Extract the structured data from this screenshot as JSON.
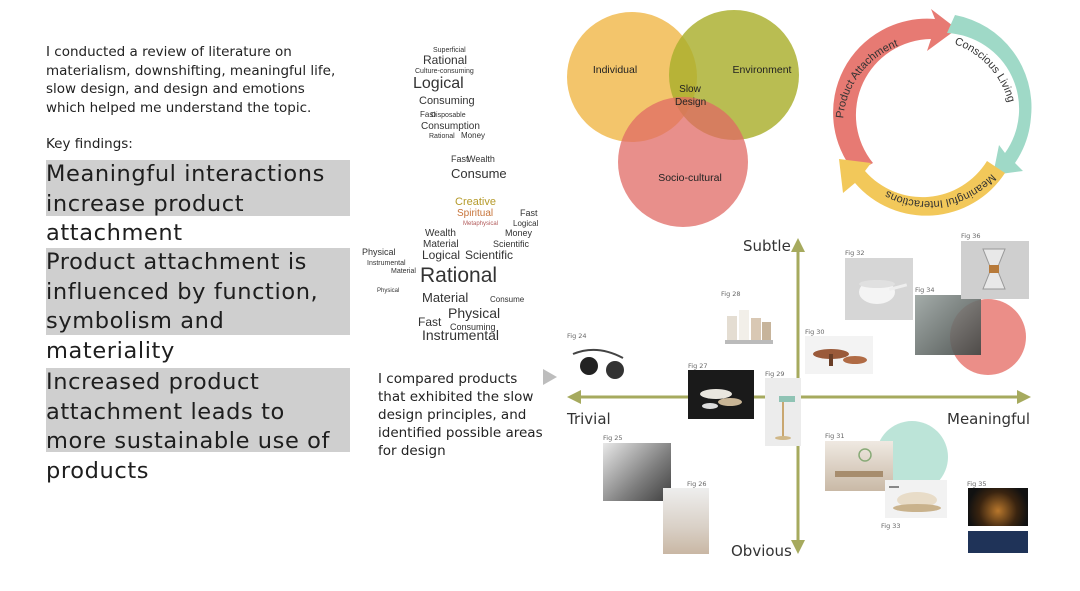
{
  "intro_text": "I conducted a review of literature on materialism, downshifting, meaningful life, slow design, and design and emotions which helped me understand the topic.",
  "key_findings_label": "Key findings:",
  "findings": [
    "Meaningful interactions increase product attachment",
    "Product attachment is influenced by function, symbolism and materiality",
    "Increased product attachment leads to more sustainable use of products"
  ],
  "comparison_text": "I compared products that exhibited the slow design principles, and identified possible areas for design",
  "word_cloud": [
    "Superficial",
    "Rational",
    "Culture-consuming",
    "Logical",
    "Consuming",
    "Fast",
    "Disposable",
    "Consumption",
    "Rational",
    "Money",
    "Fast",
    "Wealth",
    "Consume",
    "Creative",
    "Spiritual",
    "Metaphysical",
    "Fast",
    "Logical",
    "Wealth",
    "Money",
    "Material",
    "Scientific",
    "Physical",
    "Logical",
    "Scientific",
    "Instrumental",
    "Material",
    "Rational",
    "Physical",
    "Material",
    "Consume",
    "Physical",
    "Fast",
    "Consuming",
    "Instrumental"
  ],
  "venn": {
    "individual": "Individual",
    "environment": "Environment",
    "socio_cultural": "Socio-cultural",
    "center": "Slow Design"
  },
  "cycle": {
    "product_attachment": "Product Attachment",
    "conscious_living": "Conscious Living",
    "meaningful_interactions": "Meaningful Interactions"
  },
  "axes": {
    "top": "Subtle",
    "bottom": "Obvious",
    "left": "Trivial",
    "right": "Meaningful"
  },
  "figures": [
    "Fig 24",
    "Fig 25",
    "Fig 26",
    "Fig 27",
    "Fig 28",
    "Fig 29",
    "Fig 30",
    "Fig 31",
    "Fig 32",
    "Fig 33",
    "Fig 34",
    "Fig 35",
    "Fig 36"
  ],
  "colors": {
    "orange": "#f0b84a",
    "olive": "#a9ae2c",
    "red": "#e06a64",
    "teal": "#9fd9c7",
    "yellow": "#f2c85a",
    "salmon": "#e77a73",
    "axis": "#a6aa5e",
    "finding_bg": "#cfcfcf"
  }
}
